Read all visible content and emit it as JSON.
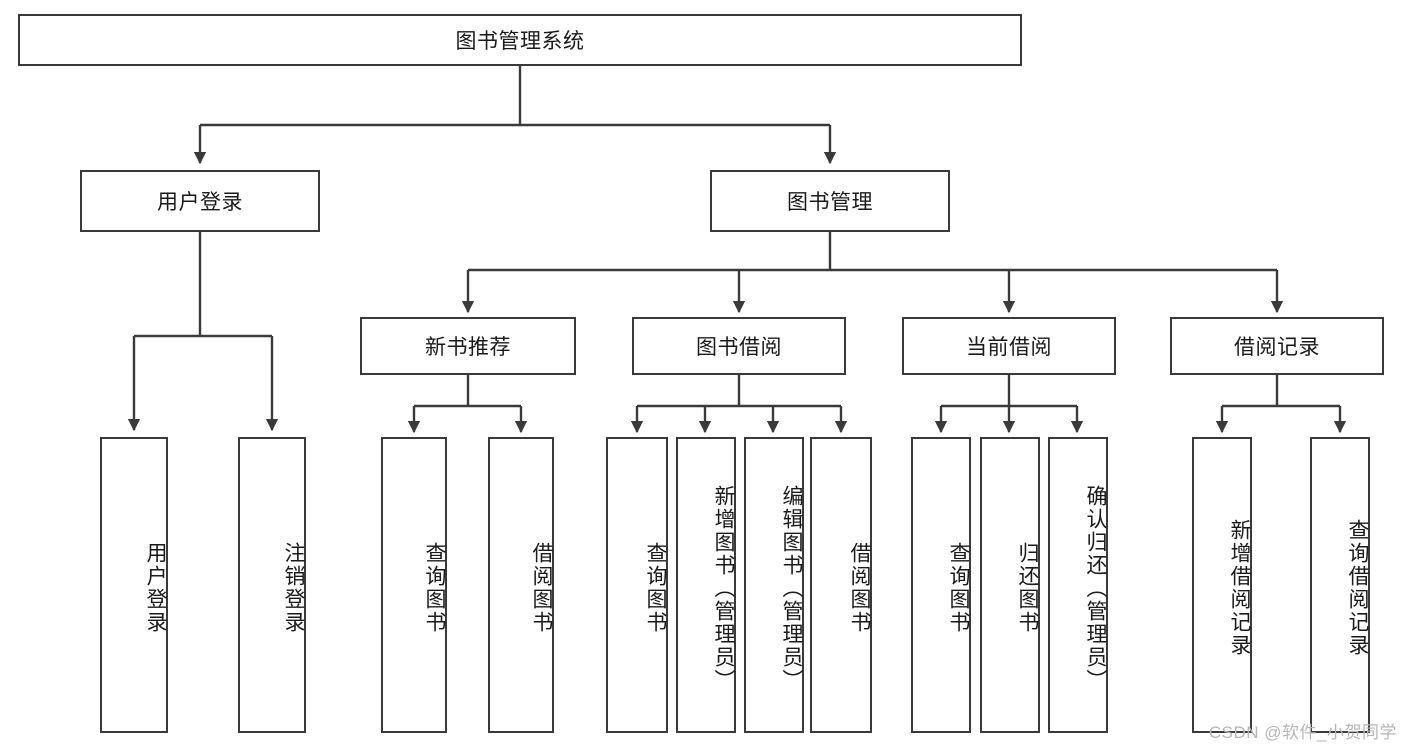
{
  "diagram": {
    "title": "图书管理系统",
    "type": "tree-hierarchy",
    "stroke_color": "#3a3a3a",
    "background_color": "#ffffff",
    "text_color": "#1a1a1a"
  },
  "root": {
    "label": "图书管理系统"
  },
  "level2": [
    {
      "label": "用户登录"
    },
    {
      "label": "图书管理"
    }
  ],
  "level3": [
    {
      "label": "新书推荐"
    },
    {
      "label": "图书借阅"
    },
    {
      "label": "当前借阅"
    },
    {
      "label": "借阅记录"
    }
  ],
  "leaves": {
    "user_login": [
      {
        "label": "用户登录"
      },
      {
        "label": "注销登录"
      }
    ],
    "new_book_recommend": [
      {
        "label": "查询图书"
      },
      {
        "label": "借阅图书"
      }
    ],
    "book_borrow": [
      {
        "label": "查询图书"
      },
      {
        "label": "新增图书（管理员）"
      },
      {
        "label": "编辑图书（管理员）"
      },
      {
        "label": "借阅图书"
      }
    ],
    "current_borrow": [
      {
        "label": "查询图书"
      },
      {
        "label": "归还图书"
      },
      {
        "label": "确认归还（管理员）"
      }
    ],
    "borrow_record": [
      {
        "label": "新增借阅记录"
      },
      {
        "label": "查询借阅记录"
      }
    ]
  },
  "watermark": {
    "text": "CSDN @软件_小贺同学"
  }
}
